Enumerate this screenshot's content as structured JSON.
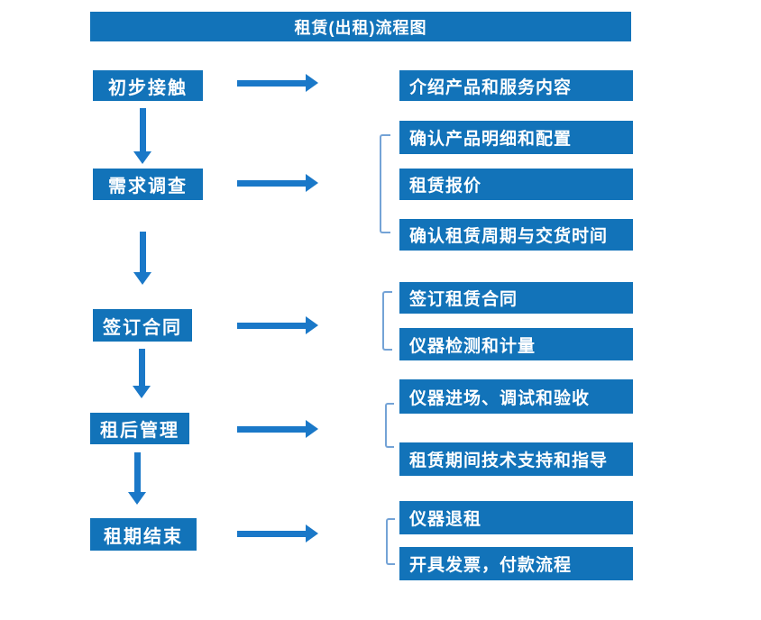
{
  "title": "租赁(出租)流程图",
  "colors": {
    "box": "#1273b9",
    "arrow": "#1a78c8",
    "bracket": "#74a3d6",
    "text": "#ffffff",
    "background": "#ffffff"
  },
  "steps": [
    {
      "label": "初步接触",
      "details": [
        "介绍产品和服务内容"
      ]
    },
    {
      "label": "需求调查",
      "details": [
        "确认产品明细和配置",
        "租赁报价",
        "确认租赁周期与交货时间"
      ]
    },
    {
      "label": "签订合同",
      "details": [
        "签订租赁合同",
        "仪器检测和计量"
      ]
    },
    {
      "label": "租后管理",
      "details": [
        "仪器进场、调试和验收",
        "租赁期间技术支持和指导"
      ]
    },
    {
      "label": "租期结束",
      "details": [
        "仪器退租",
        "开具发票，付款流程"
      ]
    }
  ]
}
